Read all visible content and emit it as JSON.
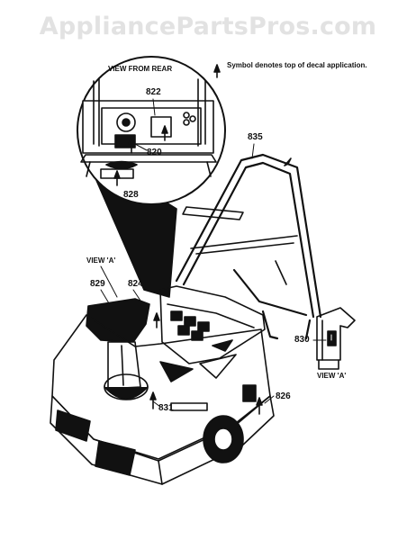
{
  "watermark": "AppliancePartsPros.com",
  "note": "Symbol denotes top of decal application.",
  "inset_title": "VIEW FROM REAR",
  "view_label": "VIEW 'A'",
  "parts": {
    "p822": "822",
    "p820": "820",
    "p828": "828",
    "p835": "835",
    "p829": "829",
    "p824": "824",
    "p830": "830",
    "p831": "831",
    "p826": "826"
  }
}
